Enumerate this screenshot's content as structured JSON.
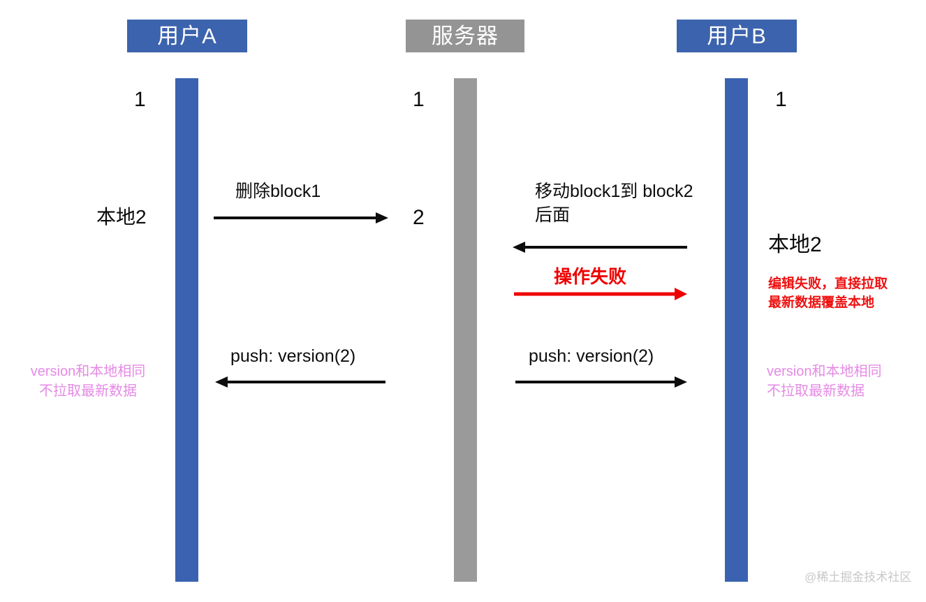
{
  "diagram": {
    "title_watermark": "@稀土掘金技术社区",
    "actors": [
      {
        "id": "user_a",
        "label": "用户A",
        "color": "#3c63ad"
      },
      {
        "id": "server",
        "label": "服务器",
        "color": "#949494"
      },
      {
        "id": "user_b",
        "label": "用户B",
        "color": "#3c63ad"
      }
    ],
    "versions": {
      "user_a_initial": "1",
      "server_initial": "1",
      "user_b_initial": "1",
      "server_after_delete": "2"
    },
    "local_states": {
      "user_a_local": "本地2",
      "user_b_local": "本地2"
    },
    "messages": [
      {
        "id": "delete_block1",
        "label": "删除block1",
        "direction": "right",
        "color": "#0d0d0d"
      },
      {
        "id": "move_block1",
        "label_line1": "移动block1到",
        "label_line2": "block2后面",
        "direction": "left",
        "color": "#0d0d0d"
      },
      {
        "id": "operation_failed",
        "label": "操作失败",
        "direction": "right",
        "color": "#ee0000"
      },
      {
        "id": "push_left",
        "label": "push: version(2)",
        "direction": "left",
        "color": "#0d0d0d"
      },
      {
        "id": "push_right",
        "label": "push: version(2)",
        "direction": "right",
        "color": "#0d0d0d"
      }
    ],
    "notes": {
      "user_b_edit_failed_line1": "编辑失败，直接拉取",
      "user_b_edit_failed_line2": "最新数据覆盖本地",
      "user_a_version_same_line1": "version和本地相同",
      "user_a_version_same_line2": "不拉取最新数据",
      "user_b_version_same_line1": "version和本地相同",
      "user_b_version_same_line2": "不拉取最新数据"
    },
    "colors": {
      "actor_blue": "#3c63ad",
      "actor_gray": "#949494",
      "lifeline_blue": "#3a62b0",
      "lifeline_gray": "#9a9a9a",
      "error_red": "#ee0000",
      "note_purple": "#e58ae5",
      "text_black": "#0d0d0d",
      "watermark_gray": "#c8c8c8"
    }
  }
}
